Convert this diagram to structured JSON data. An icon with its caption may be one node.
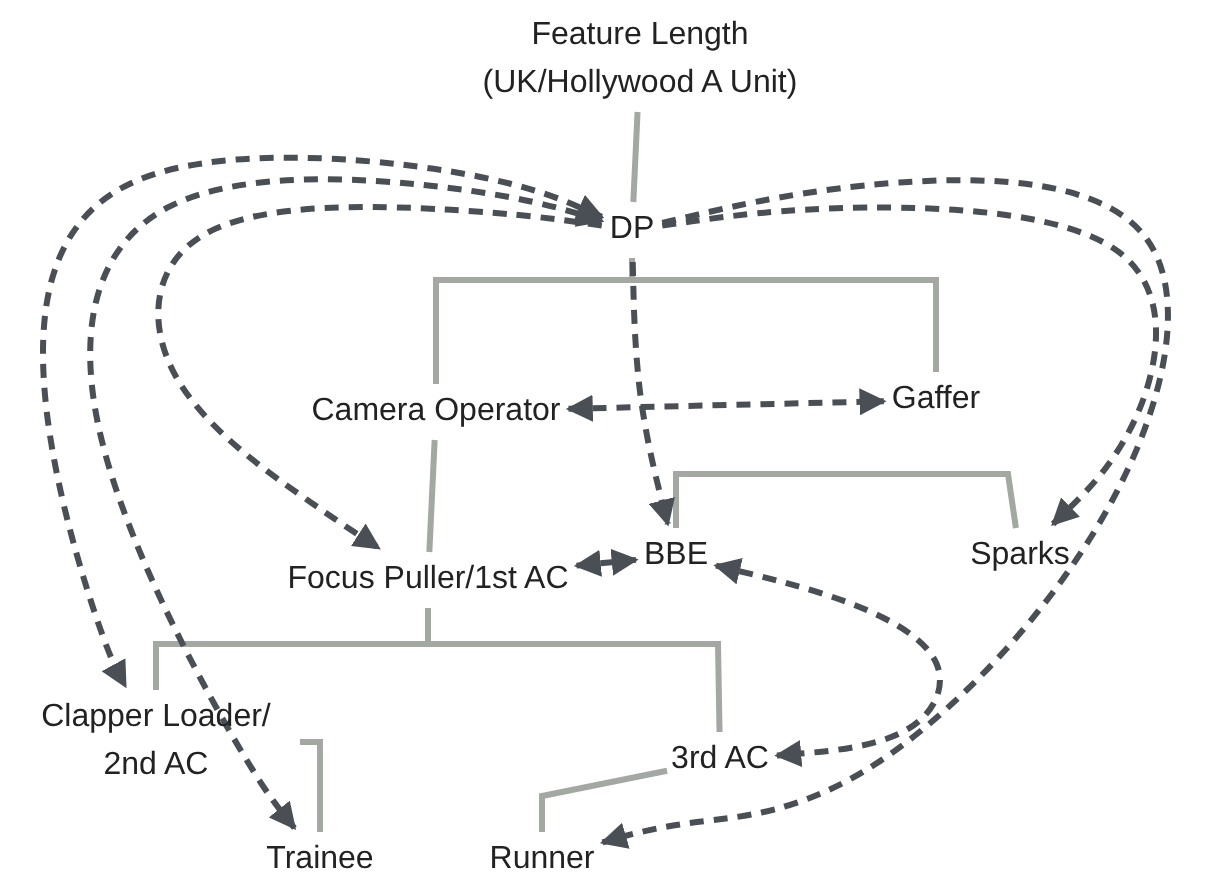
{
  "diagram": {
    "nodes": [
      {
        "text": [
          "Feature Length (UK/Hollywood A Unit)"
        ]
      },
      {
        "text": [
          "DP"
        ]
      },
      {
        "text": [
          "Camera Operator"
        ]
      },
      {
        "text": [
          "Gaffer"
        ]
      },
      {
        "text": [
          "Focus Puller/1st AC"
        ]
      },
      {
        "text": [
          "BBE"
        ]
      },
      {
        "text": [
          "Sparks"
        ]
      },
      {
        "text": [
          "Clapper Loader/ 2nd AC"
        ]
      },
      {
        "text": [
          "3rd AC"
        ]
      },
      {
        "text": [
          "Trainee"
        ]
      },
      {
        "text": [
          "Runner"
        ]
      }
    ],
    "edges": [
      {
        "from": 0,
        "to": 1,
        "arrow": "none"
      },
      {
        "from": 1,
        "to": 2,
        "arrow": "none"
      },
      {
        "from": 1,
        "to": 3,
        "arrow": "none"
      },
      {
        "from": 2,
        "to": 4,
        "arrow": "none"
      },
      {
        "from": 5,
        "to": 6,
        "arrow": "none"
      },
      {
        "from": 4,
        "to": 7,
        "arrow": "none"
      },
      {
        "from": 4,
        "to": 8,
        "arrow": "none"
      },
      {
        "from": 7,
        "to": 9,
        "arrow": "none"
      },
      {
        "from": 8,
        "to": 10,
        "arrow": "none"
      },
      {
        "from": 1,
        "to": 7,
        "arrow": "both",
        "style": "dashed",
        "color": "#4a4f55"
      },
      {
        "from": 1,
        "to": 9,
        "arrow": "both",
        "style": "dashed",
        "color": "#4a4f55"
      },
      {
        "from": 1,
        "to": 4,
        "arrow": "to",
        "style": "dashed",
        "color": "#4a4f55"
      },
      {
        "from": 1,
        "to": 5,
        "arrow": "to",
        "style": "dashed",
        "color": "#4a4f55"
      },
      {
        "from": 2,
        "to": 3,
        "arrow": "both",
        "style": "dashed",
        "color": "#4a4f55"
      },
      {
        "from": 4,
        "to": 5,
        "arrow": "both",
        "style": "dashed",
        "color": "#4a4f55"
      },
      {
        "from": 1,
        "to": 6,
        "arrow": "to",
        "style": "dashed",
        "color": "#4a4f55"
      },
      {
        "from": 1,
        "to": 10,
        "arrow": "to",
        "style": "dashed",
        "color": "#4a4f55"
      },
      {
        "from": 5,
        "to": 8,
        "arrow": "both",
        "style": "dashed",
        "color": "#4a4f55"
      }
    ]
  }
}
